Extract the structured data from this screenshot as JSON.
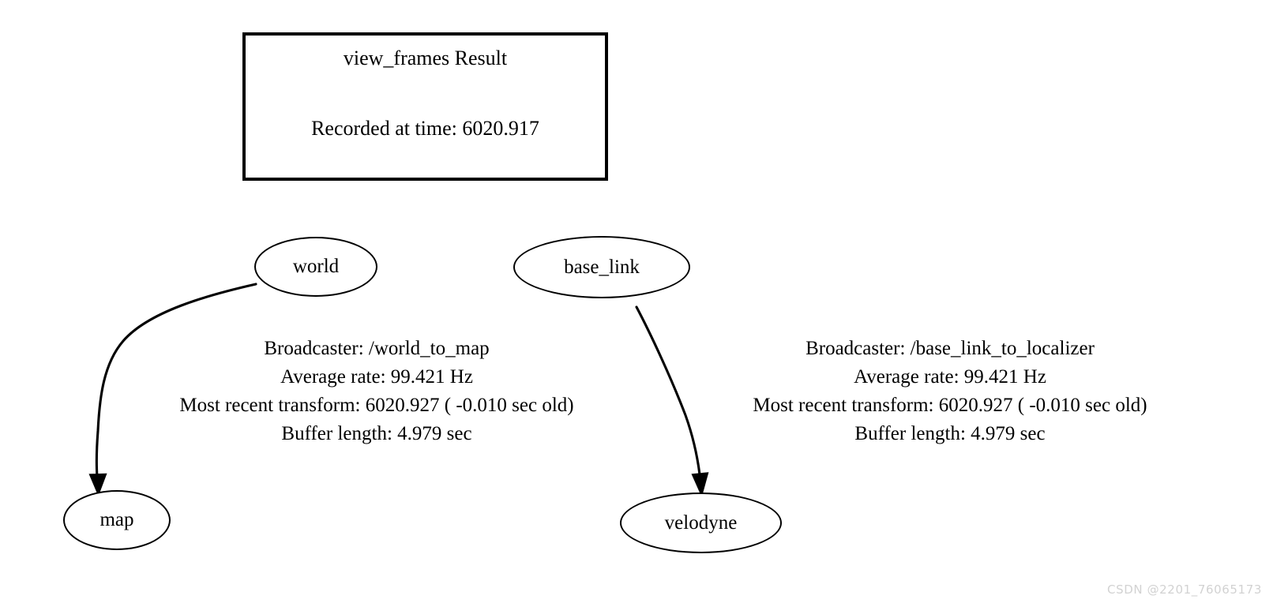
{
  "document": {
    "title": "view_frames Result",
    "background_color": "#ffffff",
    "stroke_color": "#000000"
  },
  "title_box": {
    "heading": "view_frames Result",
    "recorded_at": "Recorded at time: 6020.917"
  },
  "nodes": [
    {
      "id": "world",
      "label": "world"
    },
    {
      "id": "map",
      "label": "map"
    },
    {
      "id": "base_link",
      "label": "base_link"
    },
    {
      "id": "velodyne",
      "label": "velodyne"
    }
  ],
  "edges": [
    {
      "id": "world-to-map",
      "from": "world",
      "to": "map",
      "broadcaster": "Broadcaster: /world_to_map",
      "average_rate": "Average rate: 99.421 Hz",
      "most_recent_transform": "Most recent transform: 6020.927 ( -0.010 sec old)",
      "buffer_length": "Buffer length: 4.979 sec"
    },
    {
      "id": "base-link-to-velodyne",
      "from": "base_link",
      "to": "velodyne",
      "broadcaster": "Broadcaster: /base_link_to_localizer",
      "average_rate": "Average rate: 99.421 Hz",
      "most_recent_transform": "Most recent transform: 6020.927 ( -0.010 sec old)",
      "buffer_length": "Buffer length: 4.979 sec"
    }
  ],
  "watermark": {
    "text": "CSDN @2201_76065173",
    "color": "#d2d2d2"
  }
}
